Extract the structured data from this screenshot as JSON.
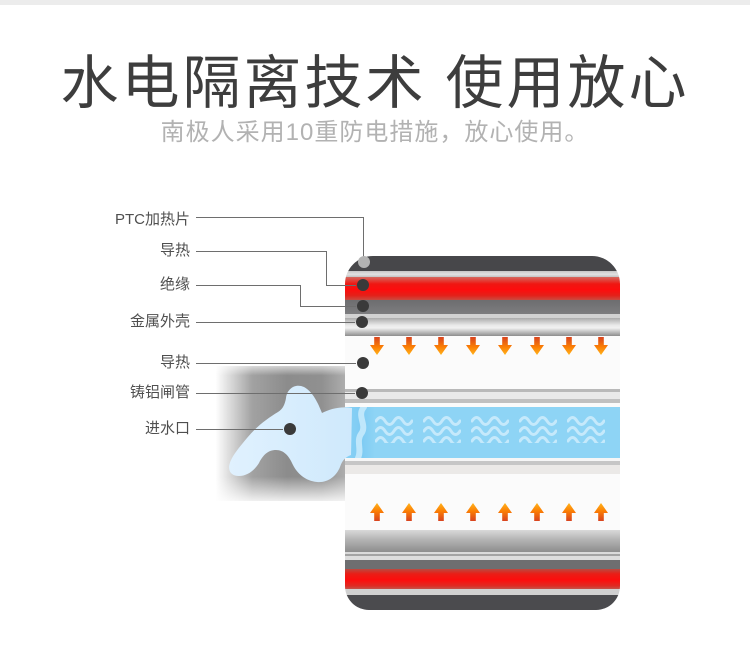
{
  "page": {
    "background": "#ffffff",
    "top_strip_color": "#ececec"
  },
  "header": {
    "title": "水电隔离技术 使用放心",
    "subtitle": "南极人采用10重防电措施，放心使用。",
    "title_color": "#3d3d3d",
    "subtitle_color": "#b2b2b2"
  },
  "diagram": {
    "labels": [
      {
        "text": "PTC加热片"
      },
      {
        "text": "导热"
      },
      {
        "text": "绝缘"
      },
      {
        "text": "金属外壳"
      },
      {
        "text": "导热"
      },
      {
        "text": "铸铝闸管"
      },
      {
        "text": "进水口"
      }
    ],
    "arrows": {
      "top_count": 8,
      "top_direction": "down",
      "bottom_count": 8,
      "bottom_direction": "up",
      "color_deep": "#d8431f",
      "color_bright": "#ffb41c"
    },
    "waves": {
      "group_count": 5,
      "color": "#c5e9fb"
    },
    "colors": {
      "heater_shell_dark": "#47474a",
      "heater_red": "#fd0d0d",
      "heater_gray": "#757577",
      "metal_silver": "#bfbfbf",
      "water_blue": "#8ed4f5",
      "splash_blue": "#d6edfc",
      "callout_line": "#6e6e6e",
      "callout_dot": "#3a3a3a"
    }
  }
}
